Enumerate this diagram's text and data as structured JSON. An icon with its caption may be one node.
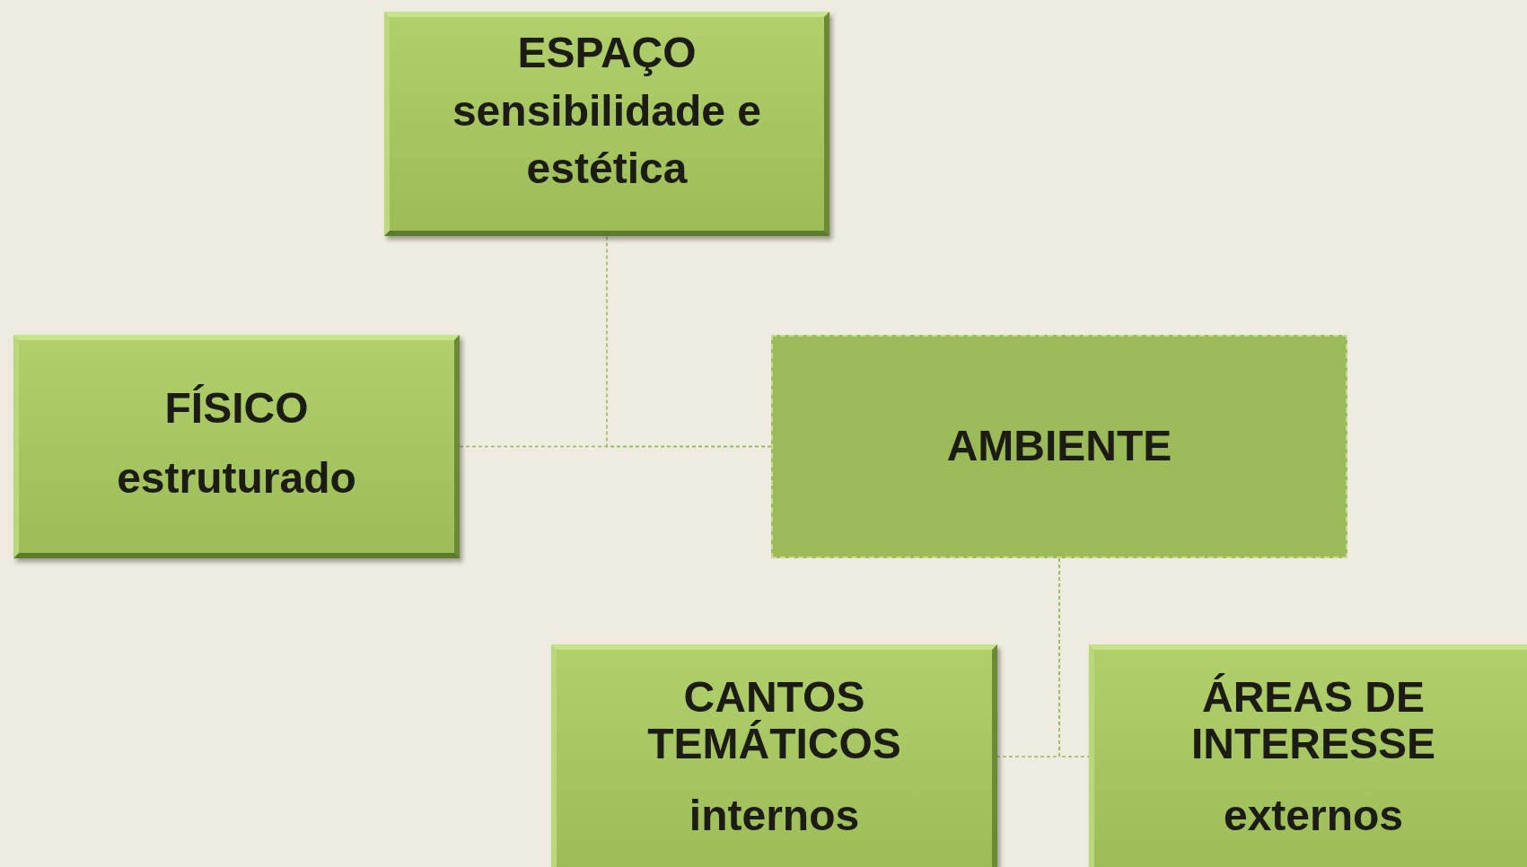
{
  "diagram": {
    "nodes": [
      {
        "text": [
          "ESPAÇO",
          "sensibilidade e estética"
        ]
      },
      {
        "text": [
          "FÍSICO",
          "estruturado"
        ]
      },
      {
        "text": [
          "AMBIENTE"
        ]
      },
      {
        "text": [
          "CANTOS TEMÁTICOS",
          "internos"
        ]
      },
      {
        "text": [
          "ÁREAS DE INTERESSE",
          "externos"
        ]
      }
    ],
    "edges": [
      {
        "from": 2,
        "to": 0,
        "arrow": "none",
        "style": "dashed"
      },
      {
        "from": 2,
        "to": 1,
        "arrow": "none",
        "style": "dashed"
      },
      {
        "from": 2,
        "to": 3,
        "arrow": "none",
        "style": "dashed"
      },
      {
        "from": 2,
        "to": 4,
        "arrow": "none",
        "style": "dashed"
      }
    ]
  }
}
